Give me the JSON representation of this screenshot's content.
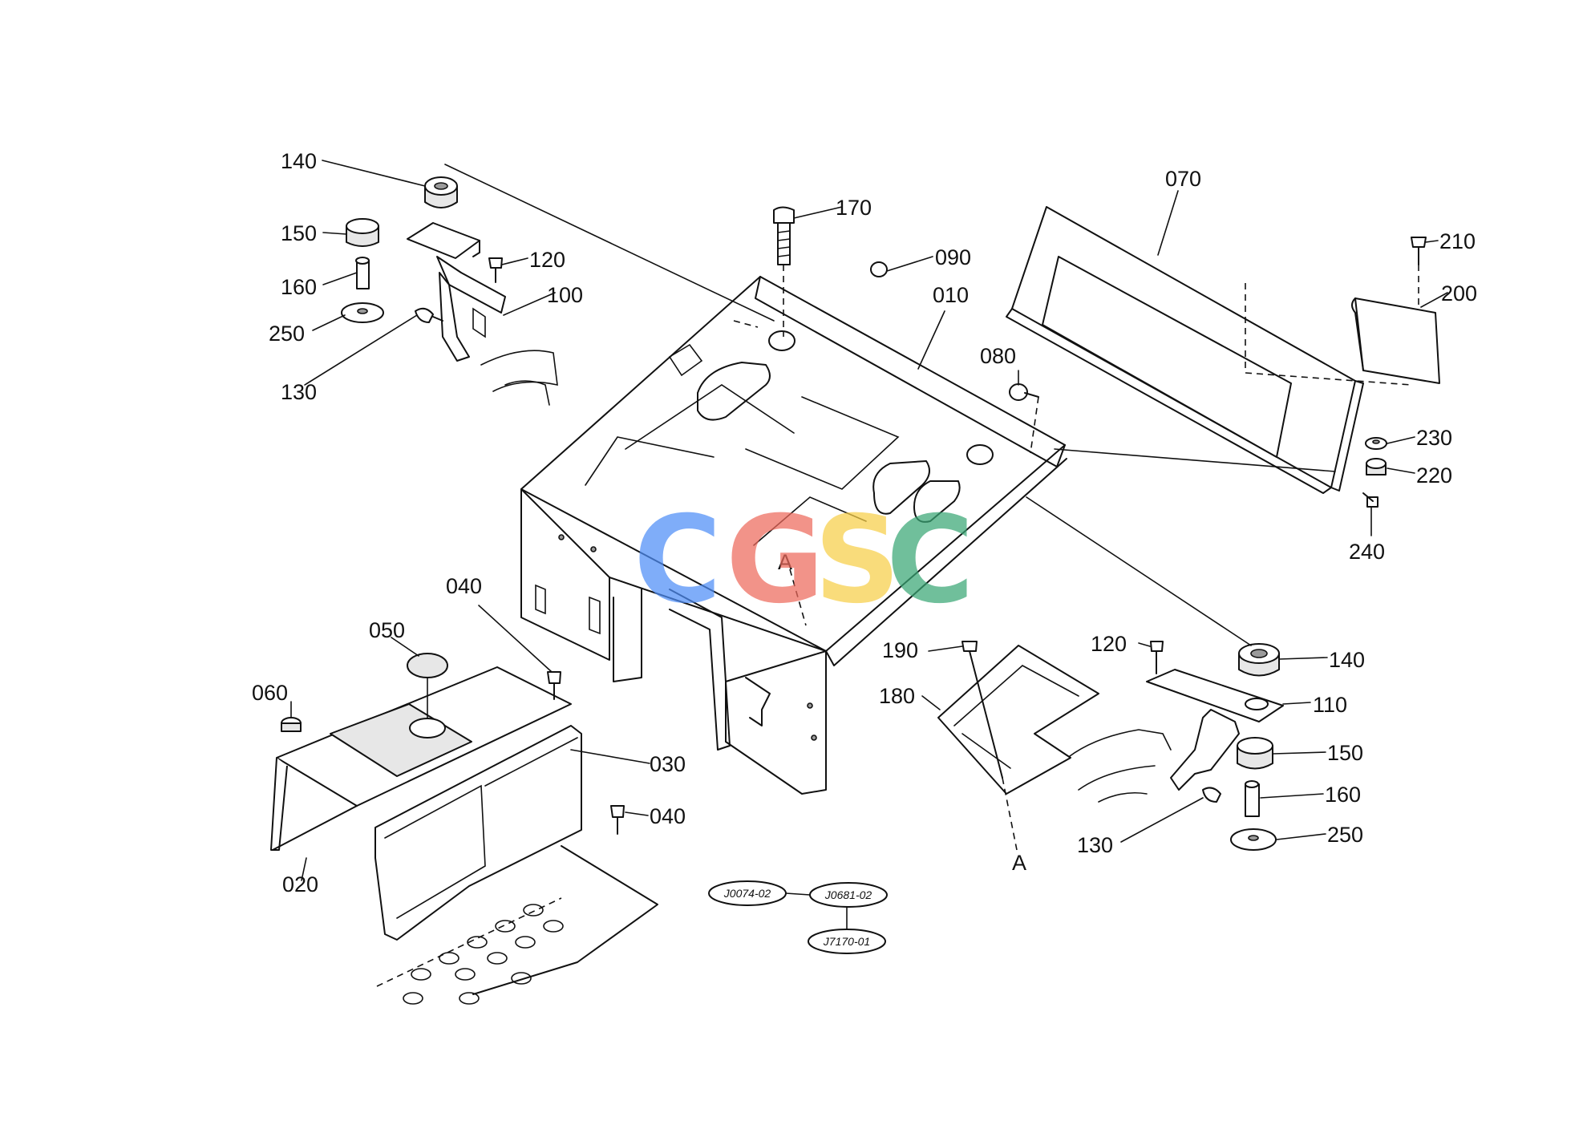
{
  "diagram": {
    "callouts": [
      {
        "id": "c140a",
        "label": "140"
      },
      {
        "id": "c150a",
        "label": "150"
      },
      {
        "id": "c160a",
        "label": "160"
      },
      {
        "id": "c250a",
        "label": "250"
      },
      {
        "id": "c130a",
        "label": "130"
      },
      {
        "id": "c120a",
        "label": "120"
      },
      {
        "id": "c100",
        "label": "100"
      },
      {
        "id": "c170",
        "label": "170"
      },
      {
        "id": "c090",
        "label": "090"
      },
      {
        "id": "c010",
        "label": "010"
      },
      {
        "id": "c080",
        "label": "080"
      },
      {
        "id": "c070",
        "label": "070"
      },
      {
        "id": "c210",
        "label": "210"
      },
      {
        "id": "c200",
        "label": "200"
      },
      {
        "id": "c230",
        "label": "230"
      },
      {
        "id": "c220",
        "label": "220"
      },
      {
        "id": "c240",
        "label": "240"
      },
      {
        "id": "c040a",
        "label": "040"
      },
      {
        "id": "c050",
        "label": "050"
      },
      {
        "id": "c060",
        "label": "060"
      },
      {
        "id": "c030",
        "label": "030"
      },
      {
        "id": "c040b",
        "label": "040"
      },
      {
        "id": "c020",
        "label": "020"
      },
      {
        "id": "c190",
        "label": "190"
      },
      {
        "id": "c180",
        "label": "180"
      },
      {
        "id": "c120b",
        "label": "120"
      },
      {
        "id": "c140b",
        "label": "140"
      },
      {
        "id": "c110",
        "label": "110"
      },
      {
        "id": "c150b",
        "label": "150"
      },
      {
        "id": "c160b",
        "label": "160"
      },
      {
        "id": "c250b",
        "label": "250"
      },
      {
        "id": "c130b",
        "label": "130"
      }
    ],
    "section_marks": [
      {
        "id": "markA1",
        "label": "A"
      },
      {
        "id": "markA2",
        "label": "A"
      }
    ],
    "reference_codes": [
      {
        "id": "r1",
        "label": "J0074-02"
      },
      {
        "id": "r2",
        "label": "J0681-02"
      },
      {
        "id": "r3",
        "label": "J7170-01"
      }
    ]
  },
  "watermark": {
    "letters": [
      {
        "char": "C",
        "color": "#4f8ef7"
      },
      {
        "char": "G",
        "color": "#ee6a5c"
      },
      {
        "char": "S",
        "color": "#f7cf49"
      },
      {
        "char": "C",
        "color": "#3aa776"
      }
    ]
  }
}
